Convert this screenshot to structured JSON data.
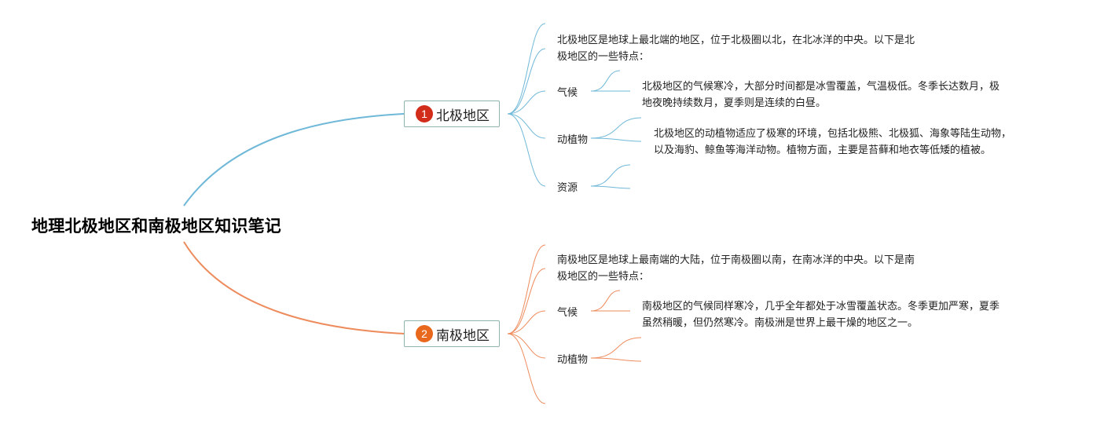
{
  "root": {
    "title": "地理北极地区和南极地区知识笔记"
  },
  "colors": {
    "north_line": "#6fb8d8",
    "south_line": "#ee8b5c",
    "north_badge": "#d22c1a",
    "south_badge": "#e8691e",
    "box_border": "#8fb3ad"
  },
  "north": {
    "badge": "1",
    "label": "北极地区",
    "intro_line1": "北极地区是地球上最北端的地区，位于北极圈以北，在北冰洋的中央。以下是北",
    "intro_line2": "极地区的一些特点：",
    "climate": {
      "label": "气候",
      "line1": "北极地区的气候寒冷，大部分时间都是冰雪覆盖，气温极低。冬季长达数月，极",
      "line2": "地夜晚持续数月，夏季则是连续的白昼。"
    },
    "biota": {
      "label": "动植物",
      "line1": "北极地区的动植物适应了极寒的环境，包括北极熊、北极狐、海象等陆生动物，",
      "line2": "以及海豹、鲸鱼等海洋动物。植物方面，主要是苔藓和地衣等低矮的植被。"
    },
    "resources": {
      "label": "资源"
    }
  },
  "south": {
    "badge": "2",
    "label": "南极地区",
    "intro_line1": "南极地区是地球上最南端的大陆，位于南极圈以南，在南冰洋的中央。以下是南",
    "intro_line2": "极地区的一些特点：",
    "climate": {
      "label": "气候",
      "line1": "南极地区的气候同样寒冷，几乎全年都处于冰雪覆盖状态。冬季更加严寒，夏季",
      "line2": "虽然稍暖，但仍然寒冷。南极洲是世界上最干燥的地区之一。"
    },
    "biota": {
      "label": "动植物"
    }
  }
}
